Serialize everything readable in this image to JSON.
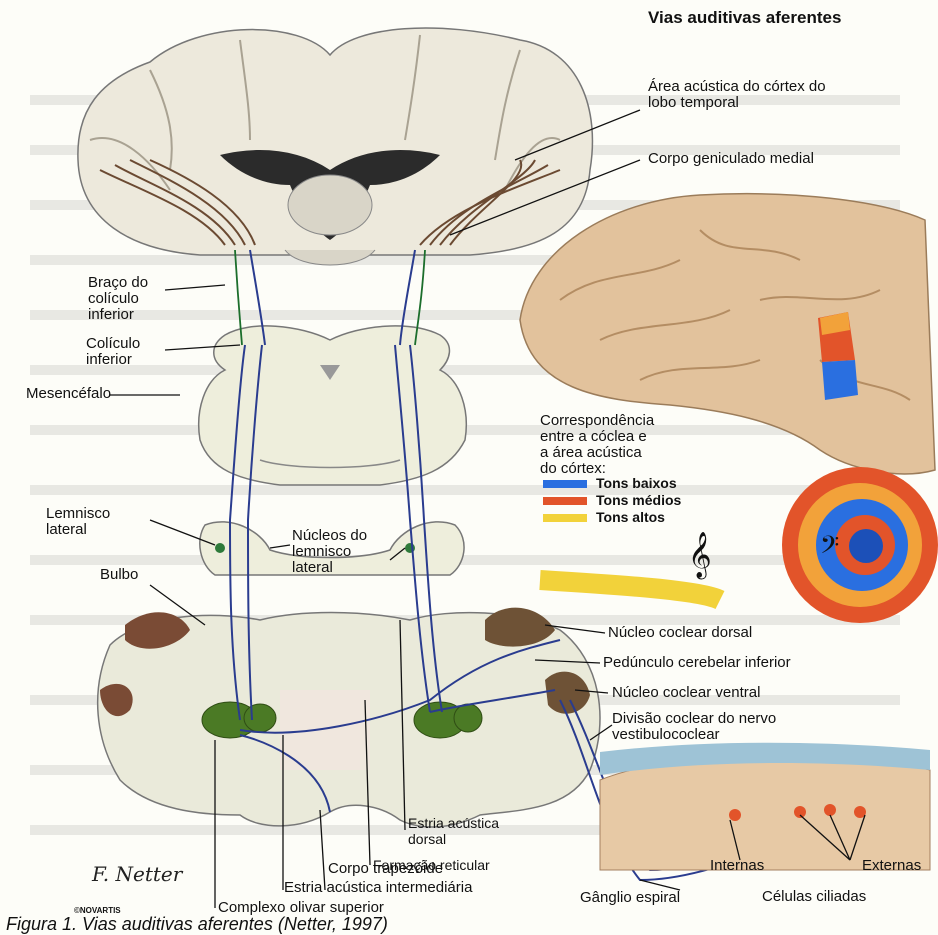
{
  "title": "Vias auditivas aferentes",
  "labels": {
    "area_acustica": "Área acústica do córtex do\nlobo temporal",
    "corpo_geniculado": "Corpo geniculado medial",
    "braco_coliculo": "Braço do\ncolículo\ninferior",
    "coliculo_inferior": "Colículo\ninferior",
    "mesencefalo": "Mesencéfalo",
    "lemnisco_lateral": "Lemnisco\nlateral",
    "nucleos_lemnisco": "Núcleos do\nlemnisco\nlateral",
    "bulbo": "Bulbo",
    "nucleo_coclear_dorsal": "Núcleo coclear dorsal",
    "pedunculo": "Pedúnculo cerebelar inferior",
    "nucleo_coclear_ventral": "Núcleo coclear ventral",
    "divisao_coclear": "Divisão coclear do nervo\nvestibulococlear",
    "estria_dorsal": "Estria acústica\ndorsal",
    "formacao_reticular": "Formação reticular",
    "corpo_trapezoide": "Corpo trapezóide",
    "estria_intermediaria": "Estria acústica intermediária",
    "complexo_olivar": "Complexo olivar superior",
    "internas": "Internas",
    "externas": "Externas",
    "ganglio_espiral": "Gânglio espiral",
    "celulas_ciliadas": "Células ciliadas"
  },
  "legend": {
    "heading": "Correspondência\nentre a cóclea e\na área acústica\ndo córtex:",
    "items": [
      {
        "label": "Tons baixos",
        "color": "#2a6fe0"
      },
      {
        "label": "Tons médios",
        "color": "#e2542a"
      },
      {
        "label": "Tons altos",
        "color": "#f2d23a"
      }
    ]
  },
  "signature": "F. Netter",
  "logo": "©NOVARTIS",
  "caption": "Figura 1. Vias auditivas aferentes (Netter, 1997)"
}
